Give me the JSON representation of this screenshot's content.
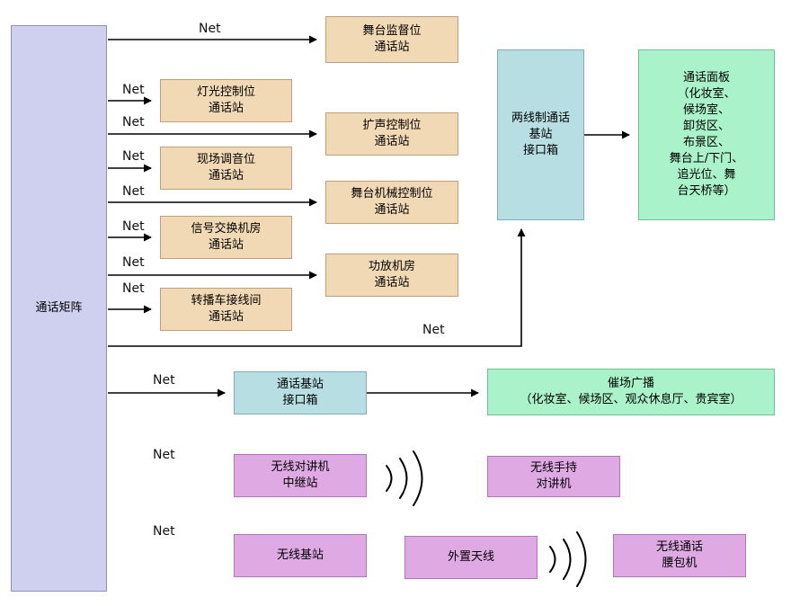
{
  "diagram": {
    "matrix": {
      "label": "通话矩阵"
    },
    "nodes": {
      "stage_supervisor": {
        "label": "舞台监督位\n通话站"
      },
      "lighting": {
        "label": "灯光控制位\n通话站"
      },
      "sound_control": {
        "label": "扩声控制位\n通话站"
      },
      "live_mixing": {
        "label": "现场调音位\n通话站"
      },
      "stage_machinery": {
        "label": "舞台机械控制位\n通话站"
      },
      "signal_room": {
        "label": "信号交换机房\n通话站"
      },
      "amp_room": {
        "label": "功放机房\n通话站"
      },
      "broadcast_van": {
        "label": "转播车接线间\n通话站"
      },
      "two_wire_base": {
        "label": "两线制通话\n基站\n接口箱"
      },
      "intercom_panel": {
        "label": "通话面板\n（化妆室、\n候场室、\n卸货区、\n布景区、\n舞台上/下门、\n追光位、舞\n台天桥等）"
      },
      "base_interface": {
        "label": "通话基站\n接口箱"
      },
      "cue_broadcast": {
        "label": "催场广播\n（化妆室、候场区、观众休息厅、贵宾室）"
      },
      "wireless_relay": {
        "label": "无线对讲机\n中继站"
      },
      "handheld_radio": {
        "label": "无线手持\n对讲机"
      },
      "wireless_base": {
        "label": "无线基站"
      },
      "ext_antenna": {
        "label": "外置天线"
      },
      "beltpack": {
        "label": "无线通话\n腰包机"
      }
    },
    "labels": {
      "net": "Net"
    },
    "colors": {
      "matrix": "#cfcff0",
      "station": "#f2d9b5",
      "interface_box": "#b7dee2",
      "broadcast_green": "#a9f2ca",
      "wireless_purple": "#dfa9e4",
      "line": "#000000"
    }
  }
}
